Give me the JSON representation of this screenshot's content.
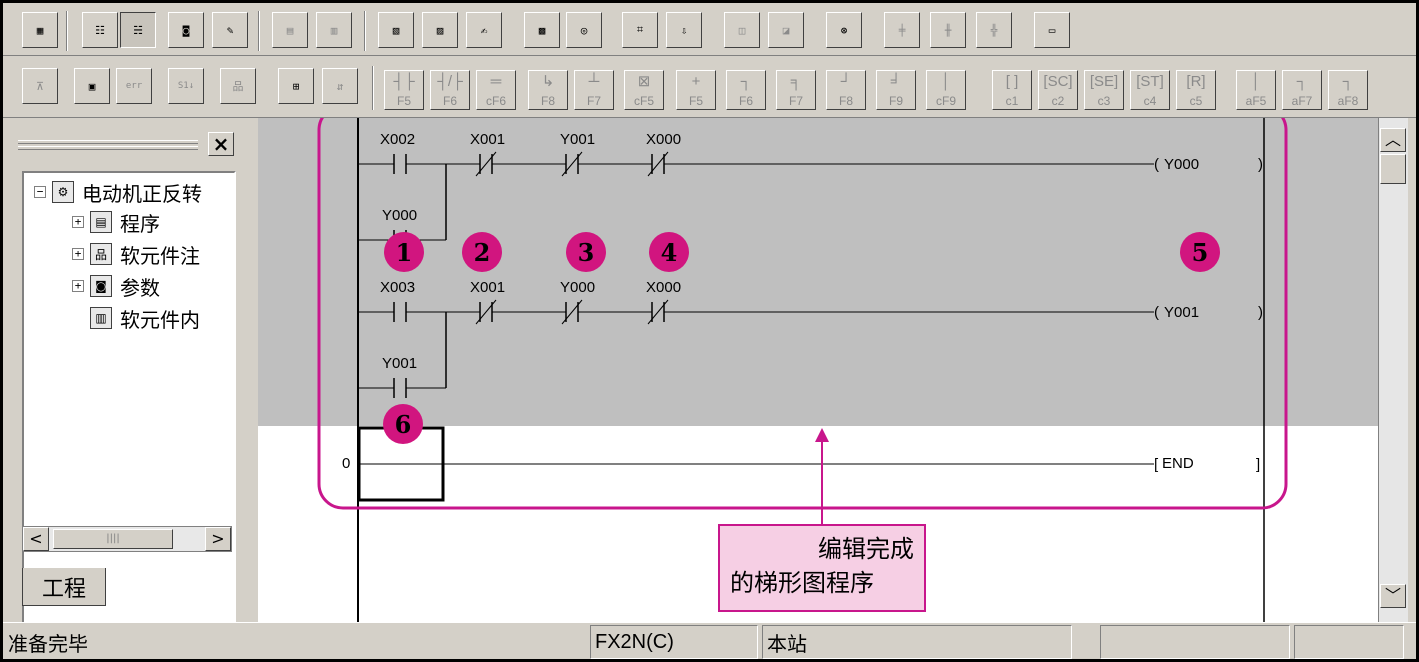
{
  "toolbar1": {
    "buttons": [
      "ladder-view",
      "mode-1",
      "mode-2",
      "monitor",
      "write-mode",
      "read",
      "write",
      "cross-ref",
      "device-list",
      "comment",
      "batch-monitor",
      "entry-monitor",
      "transfer-setup",
      "read-plc",
      "write-plc",
      "verify",
      "diagnostics",
      "step-run",
      "step-mon",
      "step-entry",
      "display"
    ]
  },
  "toolbar2": {
    "fkeys": [
      {
        "sym": "┤├",
        "key": "F5"
      },
      {
        "sym": "┤/├",
        "key": "F6"
      },
      {
        "sym": "═",
        "key": "cF6"
      },
      {
        "sym": "↳",
        "key": "F8"
      },
      {
        "sym": "┴",
        "key": "F7"
      },
      {
        "sym": "⊠",
        "key": "cF5"
      },
      {
        "sym": "+",
        "key": "F5"
      },
      {
        "sym": "┐",
        "key": "F6"
      },
      {
        "sym": "╕",
        "key": "F7"
      },
      {
        "sym": "┘",
        "key": "F8"
      },
      {
        "sym": "╛",
        "key": "F9"
      },
      {
        "sym": "│",
        "key": "cF9"
      },
      {
        "sym": "[ ]",
        "key": "c1"
      },
      {
        "sym": "[SC]",
        "key": "c2"
      },
      {
        "sym": "[SE]",
        "key": "c3"
      },
      {
        "sym": "[ST]",
        "key": "c4"
      },
      {
        "sym": "[R]",
        "key": "c5"
      },
      {
        "sym": "│",
        "key": "aF5"
      },
      {
        "sym": "┐",
        "key": "aF7"
      },
      {
        "sym": "┐",
        "key": "aF8"
      }
    ]
  },
  "project": {
    "close_glyph": "×",
    "root": "电动机正反转",
    "items": [
      "程序",
      "软元件注",
      "参数",
      "软元件内"
    ],
    "tab": "工程"
  },
  "ladder": {
    "rung1": {
      "contacts": [
        "X002",
        "X001",
        "Y001",
        "X000"
      ],
      "branch": "Y000",
      "coil": "Y000"
    },
    "rung2": {
      "contacts": [
        "X003",
        "X001",
        "Y000",
        "X000"
      ],
      "branch": "Y001",
      "coil": "Y001"
    },
    "end_step": "0",
    "end_label": "END",
    "markers": [
      "1",
      "2",
      "3",
      "4",
      "5",
      "6"
    ]
  },
  "callout": {
    "line1": "编辑完成",
    "line2": "的梯形图程序",
    "color": "#c8168c"
  },
  "status": {
    "ready": "准备完毕",
    "plc": "FX2N(C)",
    "station": "本站"
  }
}
